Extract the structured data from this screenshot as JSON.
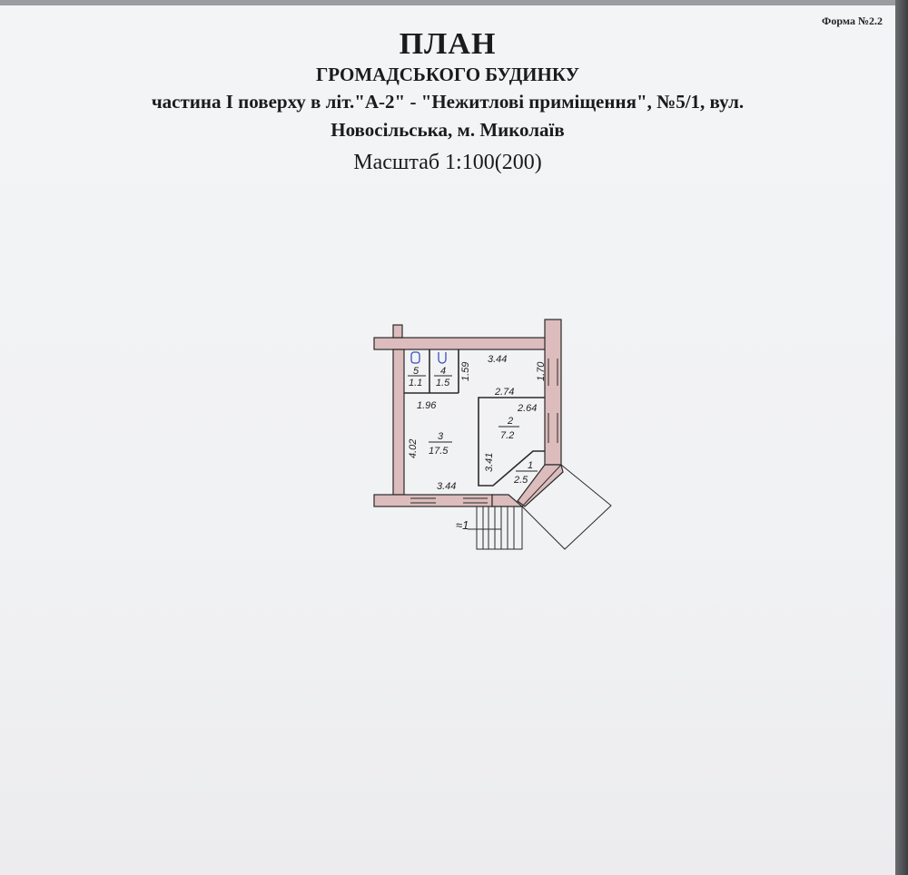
{
  "header": {
    "form_number": "Форма №2.2",
    "title": "ПЛАН",
    "subtitle": "ГРОМАДСЬКОГО БУДИНКУ",
    "description_line1": "частина I поверху в літ.\"А-2\" - \"Нежитлові приміщення\", №5/1, вул.",
    "description_line2": "Новосільська, м. Миколаїв",
    "scale": "Масштаб 1:100(200)"
  },
  "plan": {
    "dimensions": {
      "top_width": "3.44",
      "bottom_width": "3.44",
      "left_height": "4.02",
      "bath_width": "1.96",
      "bath_height": "1.59",
      "right_upper": "1.70",
      "room2_width": "2.74",
      "room2_right": "2.64",
      "room2_left": "3.41"
    },
    "rooms": [
      {
        "number": "1",
        "area": "2.5"
      },
      {
        "number": "2",
        "area": "7.2"
      },
      {
        "number": "3",
        "area": "17.5"
      },
      {
        "number": "4",
        "area": "1.5"
      },
      {
        "number": "5",
        "area": "1.1"
      }
    ],
    "entrance_label": "≈1",
    "colors": {
      "wall": "#dcbcbc",
      "outline": "#2a2a2a",
      "fixture": "#3a4fc0"
    }
  }
}
